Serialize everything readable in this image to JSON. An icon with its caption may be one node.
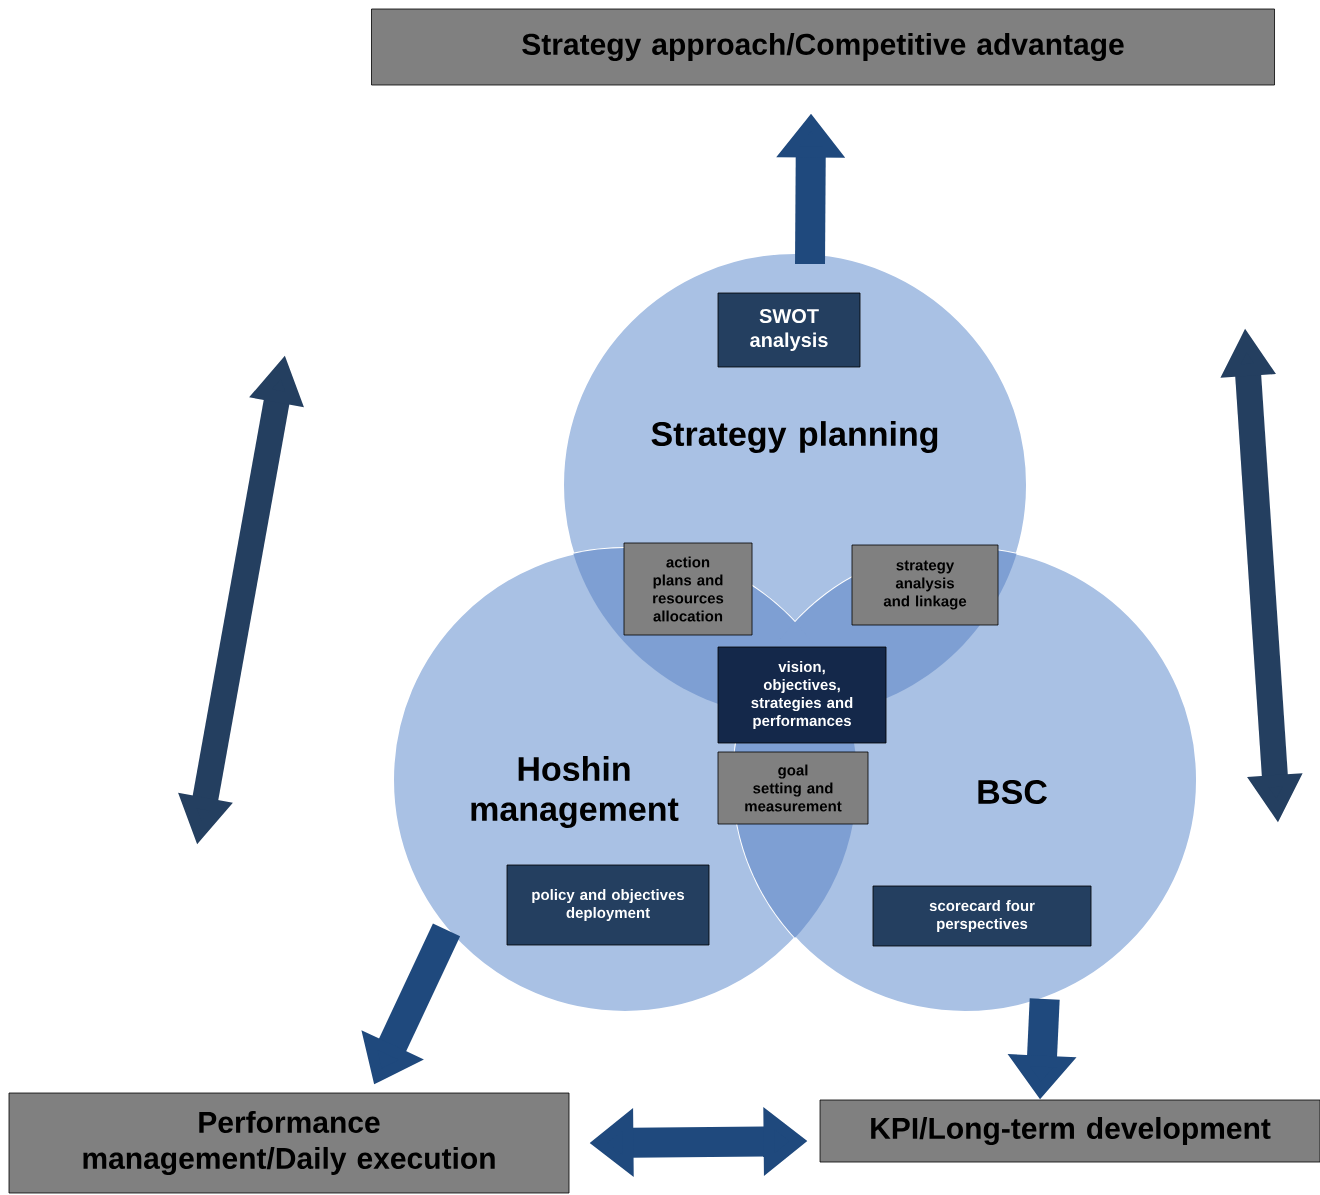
{
  "diagram": {
    "nodes": [
      {
        "text": [
          "Strategy approach/Competitive advantage"
        ]
      },
      {
        "text": [
          "Strategy planning"
        ]
      },
      {
        "text": [
          "Hoshin management"
        ]
      },
      {
        "text": [
          "BSC"
        ]
      },
      {
        "text": [
          "SWOT analysis"
        ],
        "in": 1
      },
      {
        "text": [
          "action plans and resources allocation"
        ]
      },
      {
        "text": [
          "strategy analysis and linkage"
        ]
      },
      {
        "text": [
          "vision, objectives, strategies and performances"
        ]
      },
      {
        "text": [
          "goal setting and measurement"
        ]
      },
      {
        "text": [
          "policy and objectives deployment"
        ],
        "in": 2
      },
      {
        "text": [
          "scorecard four perspectives"
        ],
        "in": 3
      },
      {
        "text": [
          "Performance management/Daily execution"
        ]
      },
      {
        "text": [
          "KPI/Long-term development"
        ]
      }
    ],
    "edges": [
      {
        "from": 1,
        "to": 0,
        "arrow": "to"
      },
      {
        "from": 2,
        "to": 11,
        "arrow": "to"
      },
      {
        "from": 3,
        "to": 12,
        "arrow": "to"
      },
      {
        "from": 11,
        "to": 12,
        "arrow": "both"
      }
    ]
  }
}
